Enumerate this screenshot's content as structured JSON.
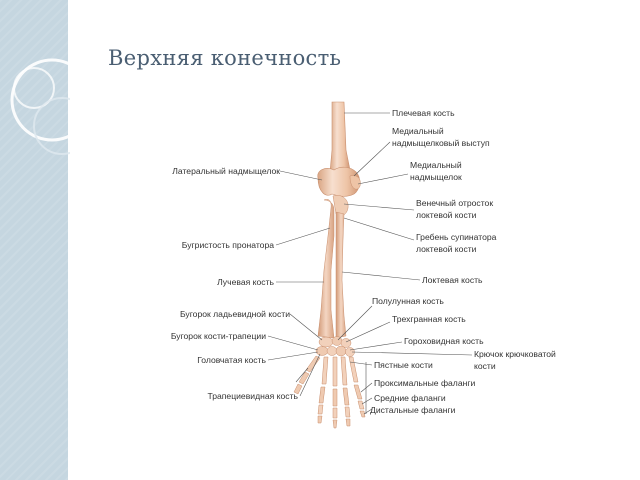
{
  "slide": {
    "title": "Верхняя конечность"
  },
  "diagram": {
    "labels_right": {
      "humerus": "Плечевая кость",
      "medial_epicondyle_ridge_1": "Медиальный",
      "medial_epicondyle_ridge_2": "надмыщелковый выступ",
      "medial_epicondyle_1": "Медиальный",
      "medial_epicondyle_2": "надмыщелок",
      "coronoid_1": "Венечный отросток",
      "coronoid_2": "локтевой кости",
      "supinator_crest_1": "Гребень супинатора",
      "supinator_crest_2": "локтевой кости",
      "ulna": "Локтевая кость",
      "lunate": "Полулунная кость",
      "triquetrum": "Трехгранная кость",
      "pisiform": "Гороховидная кость",
      "hamate_hook_1": "Крючок крючковатой",
      "hamate_hook_2": "кости",
      "metacarpals": "Пястные кости",
      "proximal_phalanges": "Проксимальные фаланги",
      "middle_phalanges": "Средние фаланги",
      "distal_phalanges": "Дистальные фаланги"
    },
    "labels_left": {
      "lateral_epicondyle": "Латеральный надмыщелок",
      "pronator_tuberosity": "Бугристость пронатора",
      "radius": "Лучевая кость",
      "scaphoid_tubercle": "Бугорок ладьевидной кости",
      "trapezium_tubercle": "Бугорок кости-трапеции",
      "capitate": "Головчатая кость",
      "trapezoid": "Трапециевидная кость"
    },
    "colors": {
      "bone_light": "#f7dfcf",
      "bone_mid": "#eec4a6",
      "bone_dark": "#d49a78",
      "leader_line": "#555555",
      "side_band": "#c5d6e0",
      "title": "#4a5e72"
    }
  }
}
